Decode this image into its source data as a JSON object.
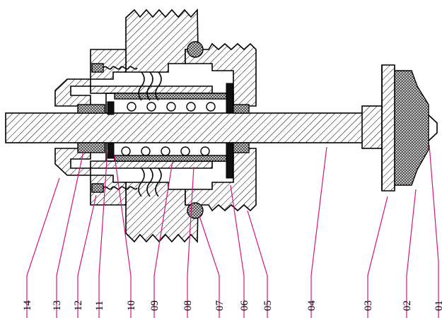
{
  "figure": {
    "type": "mechanical cross-section assembly drawing",
    "colors": {
      "line": "#000000",
      "leader": "#d4157a",
      "hatch": "#000000",
      "background": "#ffffff"
    }
  },
  "callouts": [
    {
      "id": "01",
      "label": "01"
    },
    {
      "id": "02",
      "label": "02"
    },
    {
      "id": "03",
      "label": "03"
    },
    {
      "id": "04",
      "label": "04"
    },
    {
      "id": "05",
      "label": "05"
    },
    {
      "id": "06",
      "label": "06"
    },
    {
      "id": "07",
      "label": "07"
    },
    {
      "id": "08",
      "label": "08"
    },
    {
      "id": "09",
      "label": "09"
    },
    {
      "id": "10",
      "label": "10"
    },
    {
      "id": "11",
      "label": "11"
    },
    {
      "id": "12",
      "label": "12"
    },
    {
      "id": "13",
      "label": "13"
    },
    {
      "id": "14",
      "label": "14"
    }
  ]
}
